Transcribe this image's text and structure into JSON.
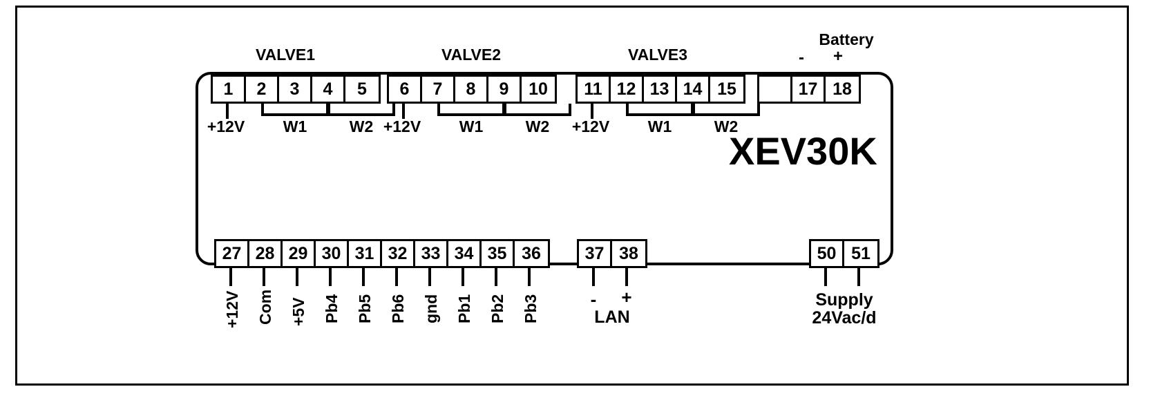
{
  "device": {
    "model": "XEV30K"
  },
  "sections": {
    "valve1": "VALVE1",
    "valve2": "VALVE2",
    "valve3": "VALVE3",
    "battery": "Battery",
    "battery_minus": "-",
    "battery_plus": "+"
  },
  "top_terminals": [
    {
      "id": "1",
      "label": "1"
    },
    {
      "id": "2",
      "label": "2"
    },
    {
      "id": "3",
      "label": "3"
    },
    {
      "id": "4",
      "label": "4"
    },
    {
      "id": "5",
      "label": "5"
    },
    {
      "id": "6",
      "label": "6"
    },
    {
      "id": "7",
      "label": "7"
    },
    {
      "id": "8",
      "label": "8"
    },
    {
      "id": "9",
      "label": "9"
    },
    {
      "id": "10",
      "label": "10"
    },
    {
      "id": "11",
      "label": "11"
    },
    {
      "id": "12",
      "label": "12"
    },
    {
      "id": "13",
      "label": "13"
    },
    {
      "id": "14",
      "label": "14"
    },
    {
      "id": "15",
      "label": "15"
    },
    {
      "id": "16",
      "label": ""
    },
    {
      "id": "17",
      "label": "17"
    },
    {
      "id": "18",
      "label": "18"
    }
  ],
  "top_labels": {
    "v1_power": "+12V",
    "v1_w1": "W1",
    "v1_w2": "W2",
    "v2_power": "+12V",
    "v2_w1": "W1",
    "v2_w2": "W2",
    "v3_power": "+12V",
    "v3_w1": "W1",
    "v3_w2": "W2"
  },
  "bottom_terminals": [
    {
      "id": "27",
      "label": "27",
      "signal": "+12V"
    },
    {
      "id": "28",
      "label": "28",
      "signal": "Com"
    },
    {
      "id": "29",
      "label": "29",
      "signal": "+5V"
    },
    {
      "id": "30",
      "label": "30",
      "signal": "Pb4"
    },
    {
      "id": "31",
      "label": "31",
      "signal": "Pb5"
    },
    {
      "id": "32",
      "label": "32",
      "signal": "Pb6"
    },
    {
      "id": "33",
      "label": "33",
      "signal": "gnd"
    },
    {
      "id": "34",
      "label": "34",
      "signal": "Pb1"
    },
    {
      "id": "35",
      "label": "35",
      "signal": "Pb2"
    },
    {
      "id": "36",
      "label": "36",
      "signal": "Pb3"
    },
    {
      "id": "37",
      "label": "37",
      "signal": "-"
    },
    {
      "id": "38",
      "label": "38",
      "signal": "+"
    },
    {
      "id": "50",
      "label": "50",
      "signal": ""
    },
    {
      "id": "51",
      "label": "51",
      "signal": ""
    }
  ],
  "bottom_groups": {
    "lan": "LAN",
    "supply_line1": "Supply",
    "supply_line2": "24Vac/d"
  }
}
